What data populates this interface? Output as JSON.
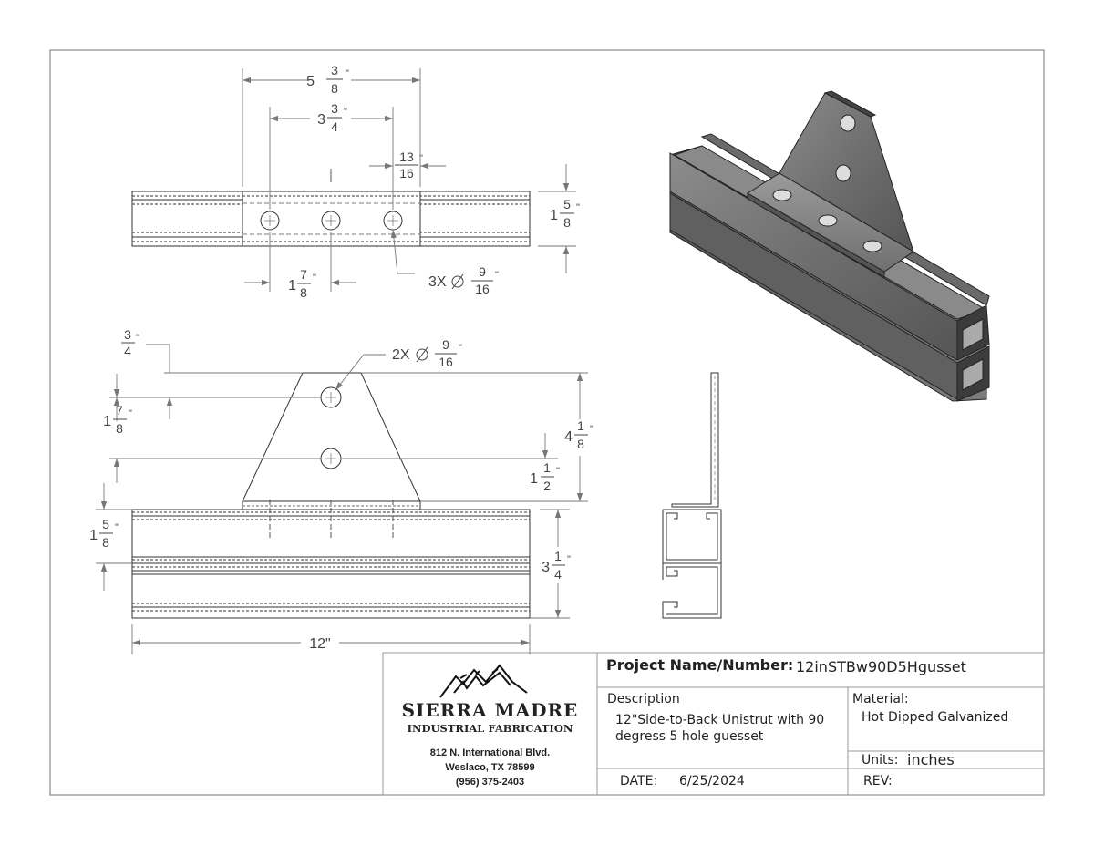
{
  "title_block": {
    "project_label": "Project Name/Number:",
    "project_value": "12inSTBw90D5Hgusset",
    "description_label": "Description",
    "description_line1": "12\"Side-to-Back Unistrut with 90",
    "description_line2": "degress 5 hole guesset",
    "material_label": "Material:",
    "material_value": "Hot Dipped Galvanized",
    "units_label": "Units:",
    "units_value": "inches",
    "date_label": "DATE:",
    "date_value": "6/25/2024",
    "rev_label": "REV:"
  },
  "company": {
    "name": "SIERRA MADRE",
    "subtitle": "INDUSTRIAL FABRICATION",
    "address1": "812 N. International Blvd.",
    "address2": "Weslaco, TX 78599",
    "phone": "(956) 375-2403"
  },
  "dimensions": {
    "top_overall": {
      "whole": "5",
      "num": "3",
      "den": "8"
    },
    "top_hole_span": {
      "whole": "3",
      "num": "3",
      "den": "4"
    },
    "top_plate_edge": {
      "num": "13",
      "den": "16"
    },
    "top_channel_height": {
      "whole": "1",
      "num": "5",
      "den": "8"
    },
    "top_hole_pitch": {
      "whole": "1",
      "num": "7",
      "den": "8"
    },
    "top_holes": {
      "prefix": "3X",
      "num": "9",
      "den": "16"
    },
    "front_top_offset": {
      "num": "3",
      "den": "4"
    },
    "front_holes": {
      "prefix": "2X",
      "num": "9",
      "den": "16"
    },
    "front_hole_pitch": {
      "whole": "1",
      "num": "7",
      "den": "8"
    },
    "front_gusset_height": {
      "whole": "4",
      "num": "1",
      "den": "8"
    },
    "front_lower_hole": {
      "whole": "1",
      "num": "1",
      "den": "2"
    },
    "front_channel_height": {
      "whole": "1",
      "num": "5",
      "den": "8"
    },
    "front_total_height": {
      "whole": "3",
      "num": "1",
      "den": "4"
    },
    "front_length": "12\""
  }
}
